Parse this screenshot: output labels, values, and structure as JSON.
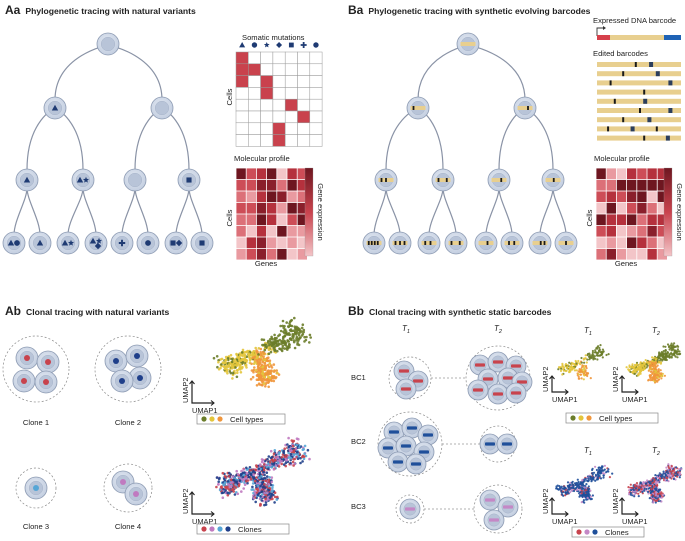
{
  "panels": {
    "aa": {
      "tag": "Aa",
      "title": "Phylogenetic tracing with natural variants"
    },
    "ba": {
      "tag": "Ba",
      "title": "Phylogenetic tracing with synthetic evolving barcodes"
    },
    "ab": {
      "tag": "Ab",
      "title": "Clonal tracing with natural variants"
    },
    "bb": {
      "tag": "Bb",
      "title": "Clonal tracing with synthetic static barcodes"
    }
  },
  "labels": {
    "somatic_mutations": "Somatic mutations",
    "molecular_profile": "Molecular profile",
    "cells": "Cells",
    "genes": "Genes",
    "gene_expression": "Gene expression",
    "expressed_dna_barcode": "Expressed DNA barcode",
    "edited_barcodes": "Edited barcodes",
    "umap1": "UMAP1",
    "umap2": "UMAP2",
    "cell_types": "Cell types",
    "clones": "Clones",
    "t_base": "T",
    "t1_sub": "1",
    "t2_sub": "2"
  },
  "clones": [
    "Clone 1",
    "Clone 2",
    "Clone 3",
    "Clone 4"
  ],
  "barcodes": [
    "BC1",
    "BC2",
    "BC3"
  ],
  "colors": {
    "cell_fill": "#c9d3e3",
    "cell_stroke": "#8d9bb3",
    "nucleus": "#b8c4d8",
    "navy": "#1f3b73",
    "mutation_red": "#c9424d",
    "barcode_tan": "#e8cf8f",
    "barcode_red": "#d6404b",
    "barcode_blue": "#1f63b5",
    "bc_red": "#c8434d",
    "bc_blue": "#1f4f9a",
    "bc_pink": "#c488c6",
    "type_green": "#6b7d2a",
    "type_yellow": "#e3c53c",
    "type_orange": "#f0963c",
    "clone_red": "#c8434d",
    "clone_purple": "#c07ac0",
    "clone_lightblue": "#56a6d6",
    "clone_navy": "#1f3f8a"
  },
  "icons": [
    "triangle",
    "circle",
    "star",
    "diamond",
    "square",
    "plus",
    "circle"
  ]
}
